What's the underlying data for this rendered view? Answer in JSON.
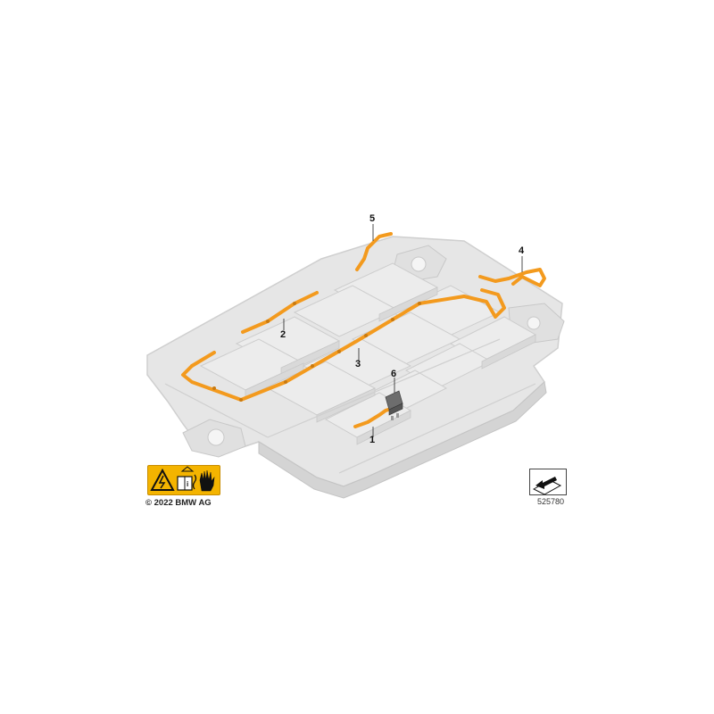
{
  "callouts": [
    {
      "id": "1",
      "label": "1"
    },
    {
      "id": "2",
      "label": "2"
    },
    {
      "id": "3",
      "label": "3"
    },
    {
      "id": "4",
      "label": "4"
    },
    {
      "id": "5",
      "label": "5"
    },
    {
      "id": "6",
      "label": "6"
    }
  ],
  "footer": {
    "copyright": "© 2022 BMW AG",
    "reference_number": "525780"
  },
  "colors": {
    "cable": "#f39a1e",
    "tray": "#e2e2e2",
    "tray_edge": "#c9c9c9",
    "warning": "#f4b400"
  },
  "icons": [
    "high-voltage-warning-icon",
    "manual-icon",
    "caution-icon",
    "protective-glove-icon",
    "navigation-arrow-icon"
  ]
}
